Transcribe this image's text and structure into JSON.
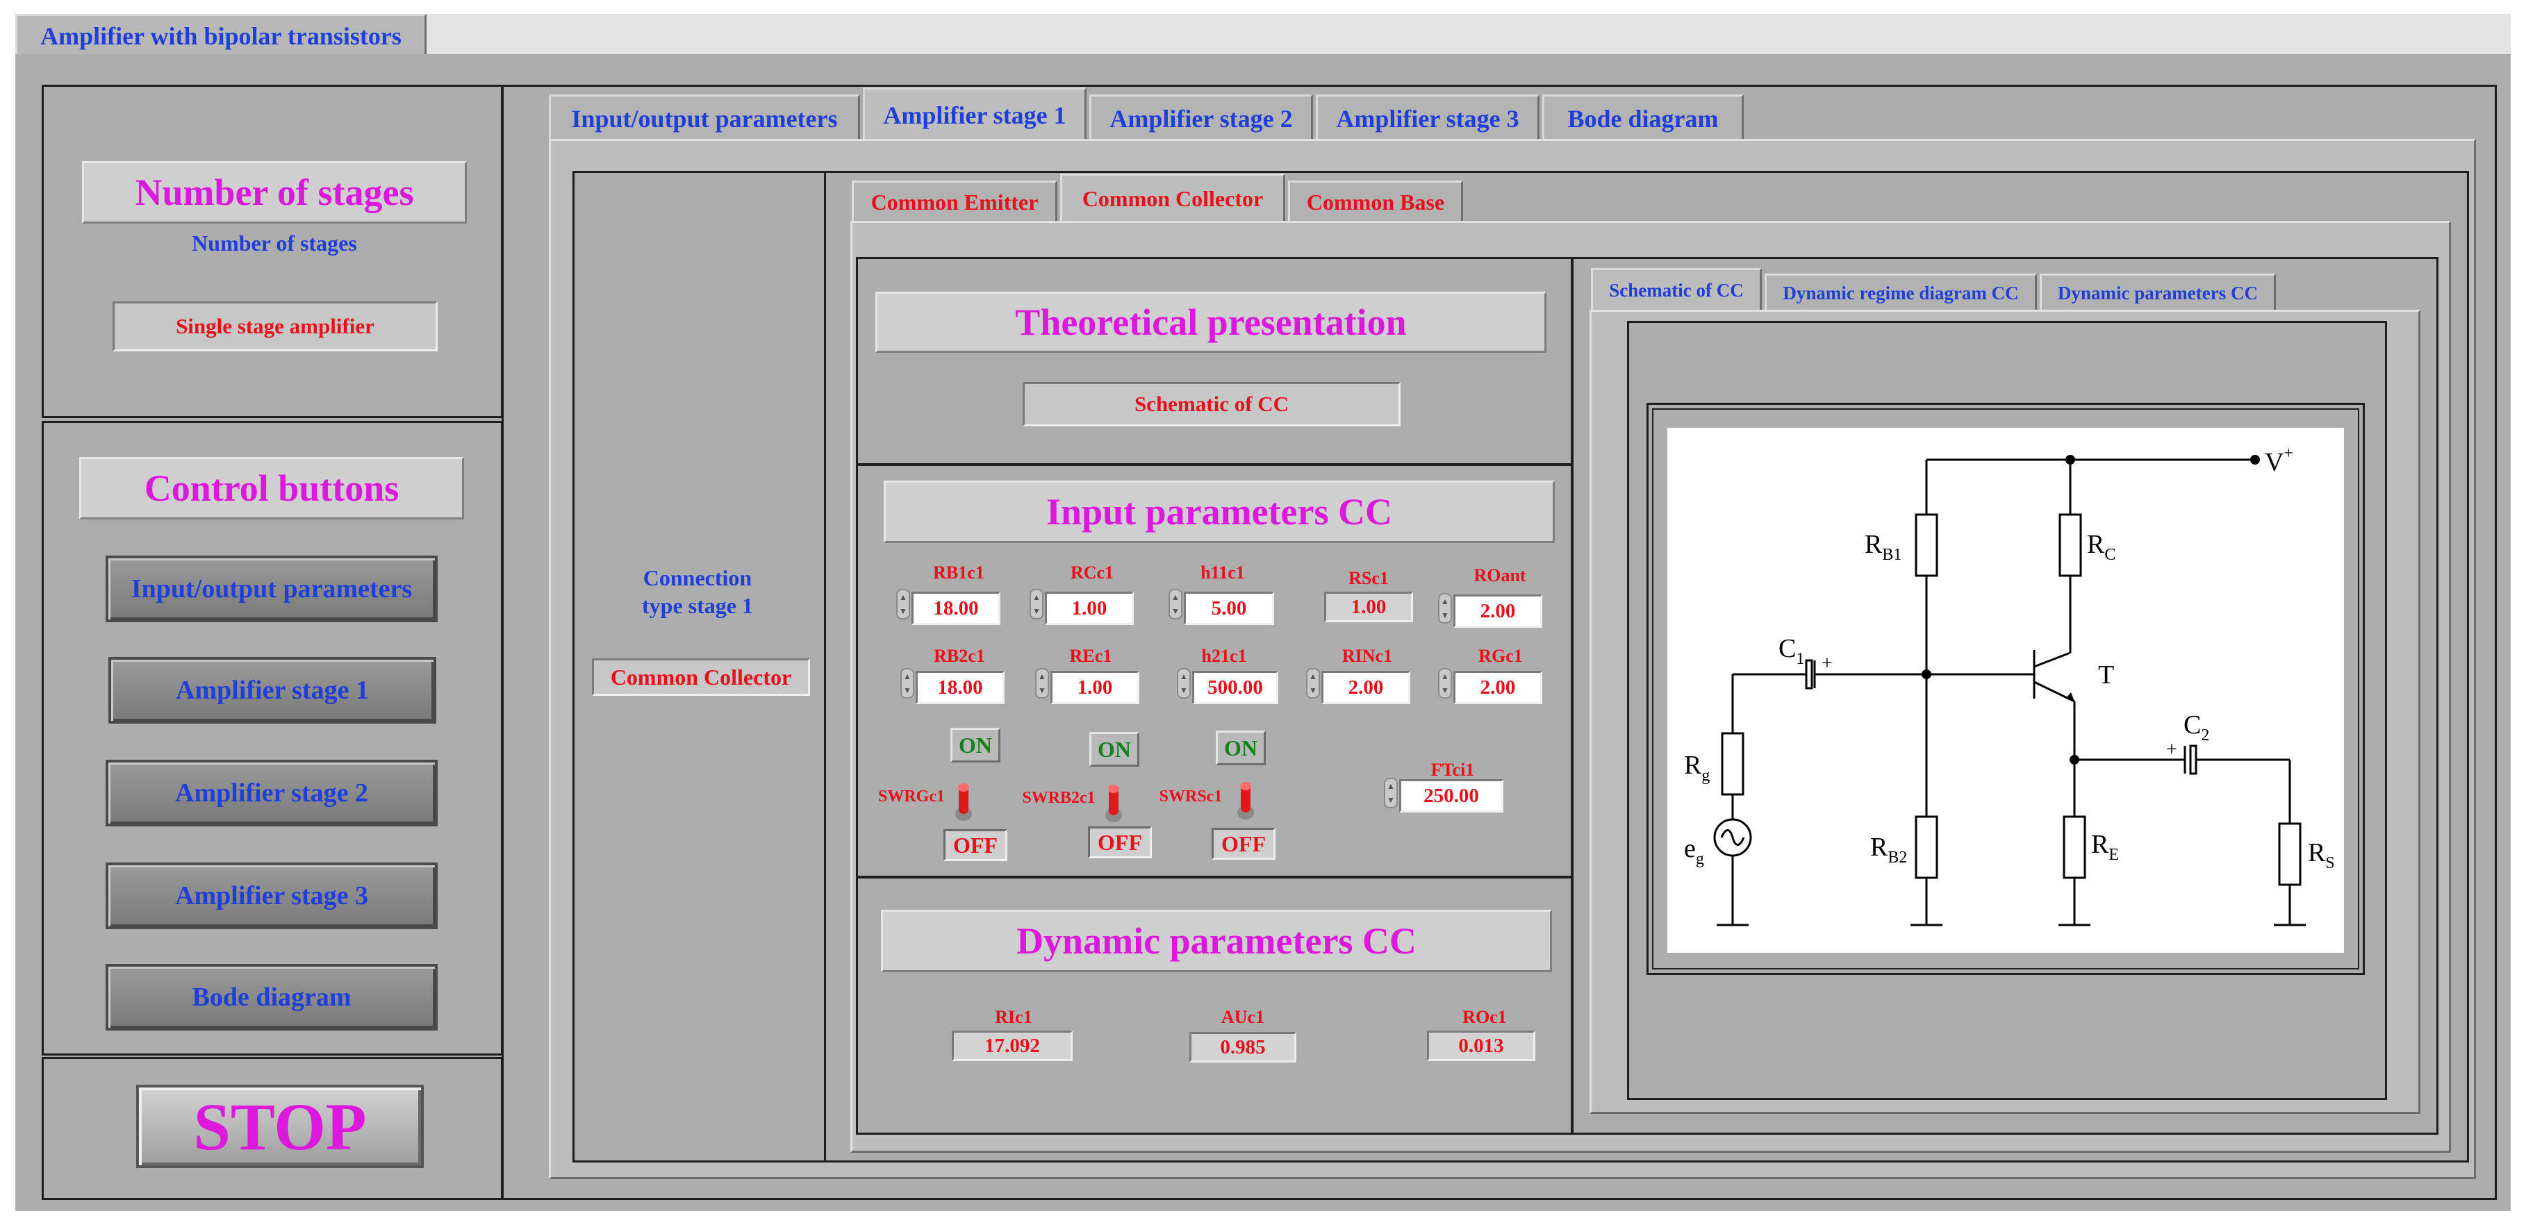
{
  "window": {
    "title": "Amplifier with bipolar transistors"
  },
  "left": {
    "stages_title": "Number of stages",
    "stages_label": "Number of stages",
    "stages_value": "Single stage amplifier",
    "control_title": "Control buttons",
    "buttons": [
      "Input/output parameters",
      "Amplifier stage 1",
      "Amplifier stage 2",
      "Amplifier stage 3",
      "Bode diagram"
    ],
    "stop": "STOP"
  },
  "main_tabs": [
    "Input/output parameters",
    "Amplifier stage 1",
    "Amplifier stage 2",
    "Amplifier stage 3",
    "Bode diagram"
  ],
  "main_tab_selected": "Amplifier stage 1",
  "connection": {
    "label": "Connection type stage 1",
    "value": "Common Collector"
  },
  "config_tabs": [
    "Common Emitter",
    "Common Collector",
    "Common Base"
  ],
  "config_tab_selected": "Common Collector",
  "theory": {
    "title": "Theoretical presentation",
    "value": "Schematic of CC"
  },
  "inputs": {
    "title": "Input parameters CC",
    "row1": [
      {
        "label": "RB1c1",
        "value": "18.00",
        "control": true
      },
      {
        "label": "RCc1",
        "value": "1.00",
        "control": true
      },
      {
        "label": "h11c1",
        "value": "5.00",
        "control": true
      },
      {
        "label": "RSc1",
        "value": "1.00",
        "control": false
      },
      {
        "label": "ROant",
        "value": "2.00",
        "control": true
      }
    ],
    "row2": [
      {
        "label": "RB2c1",
        "value": "18.00",
        "control": true
      },
      {
        "label": "REc1",
        "value": "1.00",
        "control": true
      },
      {
        "label": "h21c1",
        "value": "500.00",
        "control": true
      },
      {
        "label": "RINc1",
        "value": "2.00",
        "control": true
      },
      {
        "label": "RGc1",
        "value": "2.00",
        "control": true
      }
    ],
    "switches": [
      {
        "label": "SWRGc1",
        "on": "ON",
        "off": "OFF"
      },
      {
        "label": "SWRB2c1",
        "on": "ON",
        "off": "OFF"
      },
      {
        "label": "SWRSc1",
        "on": "ON",
        "off": "OFF"
      }
    ],
    "ftci": {
      "label": "FTci1",
      "value": "250.00"
    }
  },
  "dynamic": {
    "title": "Dynamic parameters CC",
    "outputs": [
      {
        "label": "RIc1",
        "value": "17.092"
      },
      {
        "label": "AUc1",
        "value": "0.985"
      },
      {
        "label": "ROc1",
        "value": "0.013"
      }
    ]
  },
  "schematic_tabs": [
    "Schematic of CC",
    "Dynamic regime diagram CC",
    "Dynamic parameters CC"
  ],
  "schematic_tab_selected": "Schematic of CC",
  "schematic": {
    "vplus": "V",
    "vplus_sup": "+",
    "rb1": "R",
    "rb1_sub": "B1",
    "rc": "R",
    "rc_sub": "C",
    "c1": "C",
    "c1_sub": "1",
    "t": "T",
    "c2": "C",
    "c2_sub": "2",
    "rg": "R",
    "rg_sub": "g",
    "rb2": "R",
    "rb2_sub": "B2",
    "re": "R",
    "re_sub": "E",
    "rs": "R",
    "rs_sub": "S",
    "eg": "e",
    "eg_sub": "g",
    "plus1": "+",
    "plus2": "+"
  },
  "colors": {
    "panel": "#adadad",
    "label_blue": "#1f3fd8",
    "title_magenta": "#dc18dc",
    "value_red": "#e8101a",
    "on_green": "#14821e"
  }
}
